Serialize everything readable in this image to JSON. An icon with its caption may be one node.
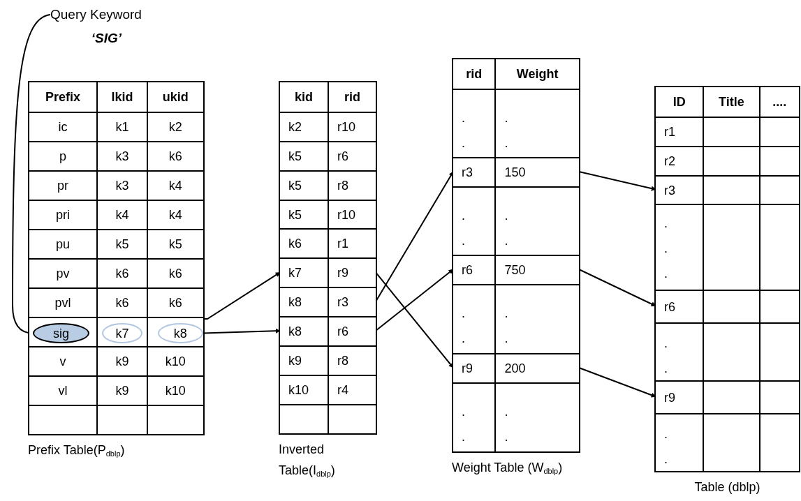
{
  "diagram": {
    "nodes": [
      {
        "text": [
          "Query Keyword",
          "‘SIG’"
        ]
      },
      {
        "text": [
          "Prefix Table(P$_{dblp}$)"
        ]
      },
      {
        "text": [
          "Prefix",
          "lkid",
          "ukid"
        ],
        "in": 1
      },
      {
        "text": [
          "ic",
          "k1",
          "k2"
        ],
        "in": 1
      },
      {
        "text": [
          "p",
          "k3",
          "k6"
        ],
        "in": 1
      },
      {
        "text": [
          "pr",
          "k3",
          "k4"
        ],
        "in": 1
      },
      {
        "text": [
          "pri",
          "k4",
          "k4"
        ],
        "in": 1
      },
      {
        "text": [
          "pu",
          "k5",
          "k5"
        ],
        "in": 1
      },
      {
        "text": [
          "pv",
          "k6",
          "k6"
        ],
        "in": 1
      },
      {
        "text": [
          "pvl",
          "k6",
          "k6"
        ],
        "in": 1
      },
      {
        "text": [],
        "shape": "box",
        "in": 1
      },
      {
        "text": [
          "sig"
        ],
        "in": 10
      },
      {
        "text": [
          "k7"
        ],
        "in": 10
      },
      {
        "text": [
          "k8"
        ],
        "in": 10
      },
      {
        "text": [
          "v",
          "k9",
          "k10"
        ],
        "in": 1
      },
      {
        "text": [
          "vl",
          "k9",
          "k10"
        ],
        "in": 1
      },
      {
        "text": [],
        "shape": "box",
        "in": 1
      },
      {
        "text": [
          "Inverted Table(I$_{dblp}$)"
        ]
      },
      {
        "text": [
          "kid",
          "rid"
        ],
        "in": 17
      },
      {
        "text": [
          "k2",
          "r10"
        ],
        "in": 17
      },
      {
        "text": [
          "k5",
          "r6"
        ],
        "in": 17
      },
      {
        "text": [
          "k5",
          "r8"
        ],
        "in": 17
      },
      {
        "text": [
          "k5",
          "r10"
        ],
        "in": 17
      },
      {
        "text": [
          "k6",
          "r1"
        ],
        "in": 17
      },
      {
        "text": [
          "k7",
          "r9"
        ],
        "in": 17
      },
      {
        "text": [
          "k8",
          "r3"
        ],
        "in": 17
      },
      {
        "text": [
          "k8",
          "r6"
        ],
        "in": 17
      },
      {
        "text": [
          "k9",
          "r8"
        ],
        "in": 17
      },
      {
        "text": [
          "k10",
          "r4"
        ],
        "in": 17
      },
      {
        "text": [],
        "shape": "box",
        "in": 17
      },
      {
        "text": [
          "Weight Table (W$_{dblp}$)"
        ]
      },
      {
        "text": [
          "rid",
          "Weight"
        ],
        "in": 30
      },
      {
        "text": [
          ". .",
          ". ."
        ],
        "in": 30
      },
      {
        "text": [
          "r3",
          "150"
        ],
        "in": 30
      },
      {
        "text": [
          ". .",
          ". ."
        ],
        "in": 30
      },
      {
        "text": [
          "r6",
          "750"
        ],
        "in": 30
      },
      {
        "text": [
          ". .",
          ". ."
        ],
        "in": 30
      },
      {
        "text": [
          "r9",
          "200"
        ],
        "in": 30
      },
      {
        "text": [
          ". .",
          ". ."
        ],
        "in": 30
      },
      {
        "text": [
          "Table (dblp)"
        ]
      },
      {
        "text": [
          "ID",
          "Title",
          "...."
        ],
        "in": 39
      },
      {
        "text": [
          "r1"
        ],
        "in": 39
      },
      {
        "text": [
          "r2"
        ],
        "in": 39
      },
      {
        "text": [
          "r3"
        ],
        "in": 39
      },
      {
        "text": [
          ". . ."
        ],
        "in": 39
      },
      {
        "text": [
          "r6"
        ],
        "in": 39
      },
      {
        "text": [
          ". ."
        ],
        "in": 39
      },
      {
        "text": [
          "r9"
        ],
        "in": 39
      },
      {
        "text": [
          ". ."
        ],
        "in": 39
      }
    ],
    "edges": [
      {
        "from": 0,
        "to": 11,
        "arrow": "to"
      },
      {
        "from": 12,
        "to": 24,
        "arrow": "to"
      },
      {
        "from": 13,
        "to": 26,
        "arrow": "to"
      },
      {
        "from": 25,
        "to": 33,
        "arrow": "to"
      },
      {
        "from": 26,
        "to": 35,
        "arrow": "to"
      },
      {
        "from": 24,
        "to": 37,
        "arrow": "to"
      },
      {
        "from": 33,
        "to": 43,
        "arrow": "to"
      },
      {
        "from": 35,
        "to": 45,
        "arrow": "to"
      },
      {
        "from": 37,
        "to": 47,
        "arrow": "to"
      }
    ]
  }
}
